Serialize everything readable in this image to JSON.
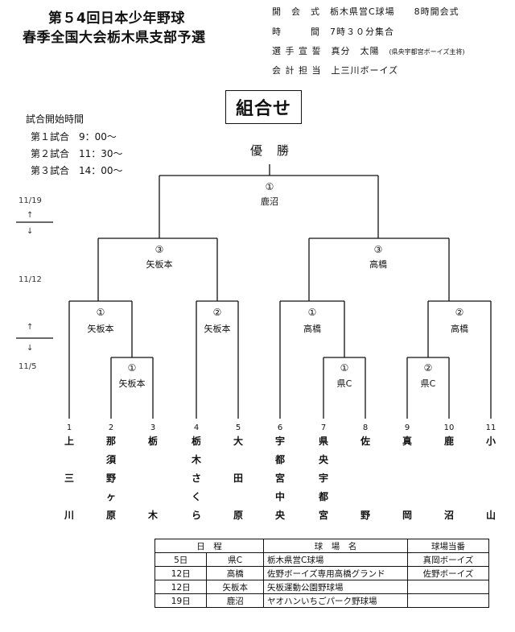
{
  "header": {
    "title_line1": "第５4回日本少年野球",
    "title_line2": "春季全国大会栃木県支部予選",
    "info": [
      {
        "label": "開　会　式",
        "value": "栃木県営C球場　　8時開会式"
      },
      {
        "label": "時　　　間",
        "value": "7時３０分集合"
      },
      {
        "label": "選 手 宣 誓",
        "value": "真分　太陽",
        "note": "(県央宇都宮ボーイズ主将)"
      },
      {
        "label": "会 計 担 当",
        "value": "上三川ボーイズ"
      }
    ]
  },
  "kumiawase": "組合せ",
  "schedule": {
    "heading": "試合開始時間",
    "rows": [
      "第１試合　9：00～",
      "第２試合　11：30～",
      "第３試合　14：00～"
    ]
  },
  "dates": {
    "final": "11/19",
    "semi": "11/12",
    "first": "11/5",
    "up_arrow": "↑",
    "down_arrow": "↓"
  },
  "bracket": {
    "champion": "優勝",
    "final": {
      "circle": "①",
      "team": "鹿沼"
    },
    "semi_left": {
      "circle": "③",
      "team": "矢板本"
    },
    "semi_right": {
      "circle": "③",
      "team": "高橋"
    },
    "qf1": {
      "circle": "①",
      "team": "矢板本"
    },
    "qf2": {
      "circle": "②",
      "team": "矢板本"
    },
    "qf3": {
      "circle": "①",
      "team": "高橋"
    },
    "qf4": {
      "circle": "②",
      "team": "高橋"
    },
    "r1a": {
      "circle": "①",
      "team": "矢板本"
    },
    "r1b": {
      "circle": "①",
      "team": "県C"
    },
    "r1c": {
      "circle": "②",
      "team": "県C"
    }
  },
  "teams": [
    {
      "num": "1",
      "name": [
        "上",
        "",
        "三",
        "",
        "川"
      ]
    },
    {
      "num": "2",
      "name": [
        "那",
        "須",
        "野",
        "ヶ",
        "原"
      ]
    },
    {
      "num": "3",
      "name": [
        "栃",
        "",
        "",
        "",
        "木"
      ]
    },
    {
      "num": "4",
      "name": [
        "栃",
        "木",
        "さ",
        "く",
        "ら"
      ]
    },
    {
      "num": "5",
      "name": [
        "大",
        "",
        "田",
        "",
        "原"
      ]
    },
    {
      "num": "6",
      "name": [
        "宇",
        "都",
        "宮",
        "中",
        "央"
      ]
    },
    {
      "num": "7",
      "name": [
        "県",
        "央",
        "宇",
        "都",
        "宮"
      ]
    },
    {
      "num": "8",
      "name": [
        "佐",
        "",
        "",
        "",
        "野"
      ]
    },
    {
      "num": "9",
      "name": [
        "真",
        "",
        "",
        "",
        "岡"
      ]
    },
    {
      "num": "10",
      "name": [
        "鹿",
        "",
        "",
        "",
        "沼"
      ]
    },
    {
      "num": "11",
      "name": [
        "小",
        "",
        "",
        "",
        "山"
      ]
    }
  ],
  "venues": {
    "headers": [
      "日　程",
      "球　場　名",
      "球場当番"
    ],
    "rows": [
      {
        "date": "5日",
        "short": "県C",
        "name": "栃木県営C球場",
        "duty": "真岡ボーイズ"
      },
      {
        "date": "12日",
        "short": "高橋",
        "name": "佐野ボーイズ専用高橋グランド",
        "duty": "佐野ボーイズ"
      },
      {
        "date": "12日",
        "short": "矢板本",
        "name": "矢板運動公園野球場",
        "duty": ""
      },
      {
        "date": "19日",
        "short": "鹿沼",
        "name": "ヤオハンいちごパーク野球場",
        "duty": ""
      }
    ]
  }
}
